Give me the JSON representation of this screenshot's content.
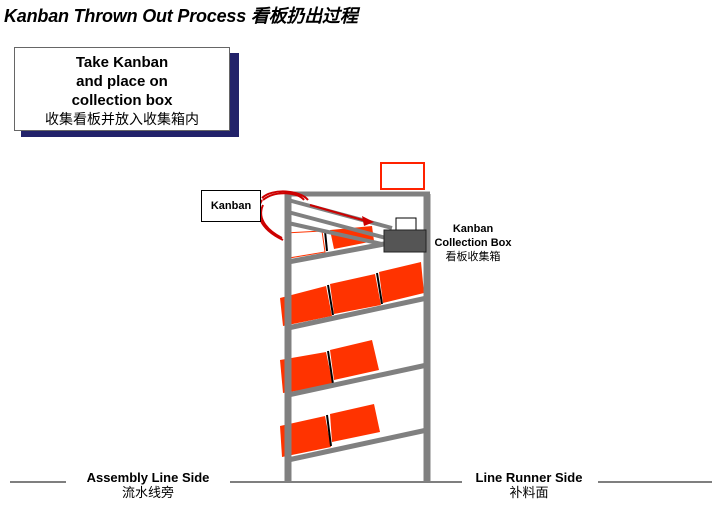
{
  "title": "Kanban Thrown Out Process 看板扔出过程",
  "callout": {
    "line1": "Take Kanban",
    "line2": "and place on",
    "line3": "collection box",
    "zh": "收集看板并放入收集箱内"
  },
  "kanban_label": "Kanban",
  "collection_box": {
    "en1": "Kanban",
    "en2": "Collection Box",
    "zh": "看板收集箱"
  },
  "assembly_side": {
    "en": "Assembly Line Side",
    "zh": "流水线旁"
  },
  "runner_side": {
    "en": "Line Runner Side",
    "zh": "补料面"
  },
  "colors": {
    "rack": "#808080",
    "bin": "#ff3300",
    "callout_shadow": "#22226a",
    "arrow": "#cc0000",
    "collection_box": "#555555"
  }
}
